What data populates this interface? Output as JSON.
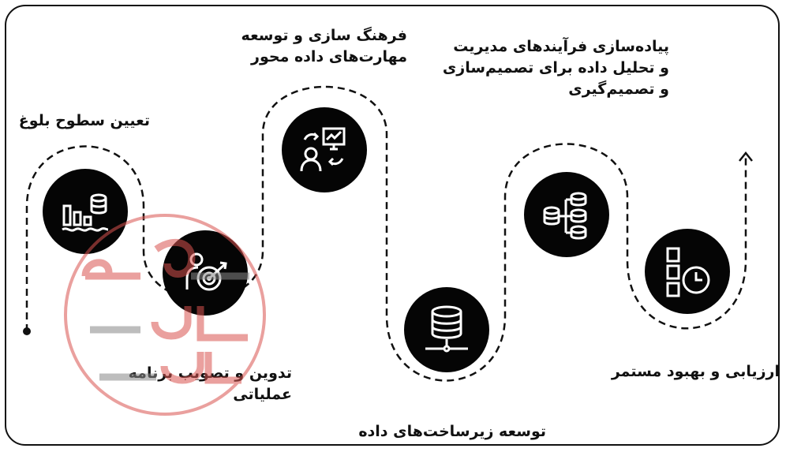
{
  "steps": [
    {
      "label": "تعیین سطوح بلوغ",
      "icon": "chart-database-icon"
    },
    {
      "label": "تدوین و تصویب برنامه عملیاتی",
      "icon": "person-target-icon"
    },
    {
      "label": "فرهنگ سازی و توسعه مهارت‌های داده محور",
      "icon": "presentation-icon"
    },
    {
      "label": "توسعه زیرساخت‌های داده",
      "icon": "database-network-icon"
    },
    {
      "label": "پیاده‌سازی فرآیندهای مدیریت و تحلیل داده برای تصمیم‌سازی و تصمیم‌گیری",
      "icon": "databases-flow-icon"
    },
    {
      "label": "ارزیابی و بهبود مستمر",
      "icon": "checklist-clock-icon"
    }
  ],
  "watermark": {
    "text": "مه سا شا",
    "color": "#d9534f"
  }
}
